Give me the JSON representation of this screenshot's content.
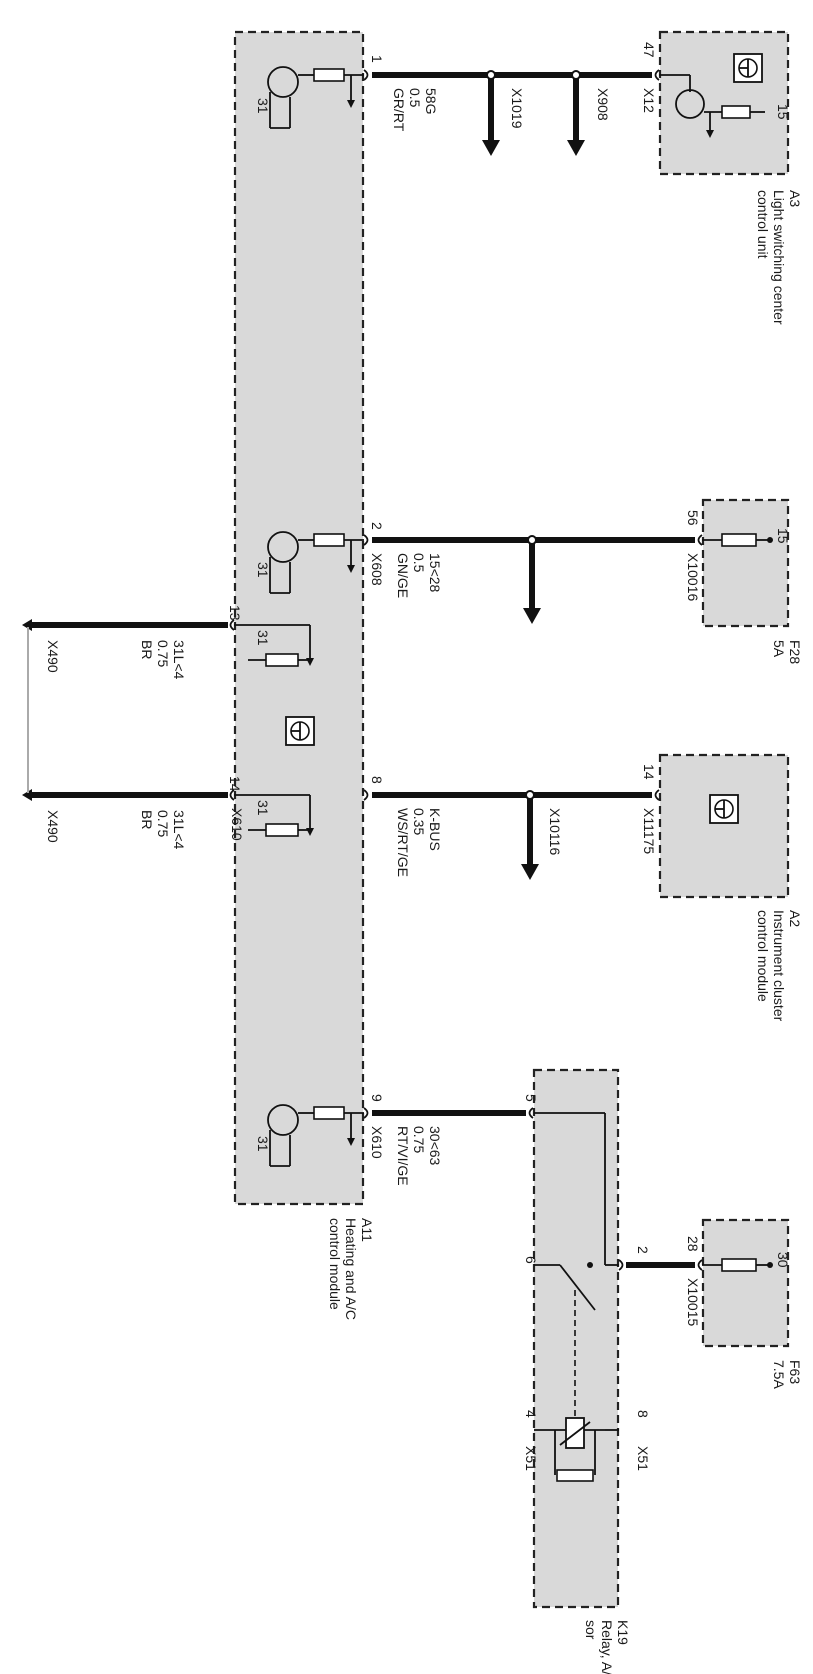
{
  "components": {
    "a3": {
      "id": "A3",
      "desc1": "Light switching center",
      "desc2": "control unit"
    },
    "f28": {
      "id": "F28",
      "rating": "5A"
    },
    "a2": {
      "id": "A2",
      "desc1": "Instrument cluster",
      "desc2": "control module"
    },
    "a11": {
      "id": "A11",
      "desc1": "Heating and A/C",
      "desc2": "control module"
    },
    "f63": {
      "id": "F63",
      "rating": "7.5A"
    },
    "k19": {
      "id": "K19",
      "desc1": "Relay, A/C compres-",
      "desc2": "sor"
    }
  },
  "pins": {
    "a11_1": "1",
    "a11_2": "2",
    "a11_8": "8",
    "a11_9": "9",
    "a11_13": "13",
    "a11_14": "14",
    "a3_47": "47",
    "a3_15": "15",
    "f28_56": "56",
    "f28_15": "15",
    "a2_14": "14",
    "f63_28": "28",
    "f63_30": "30",
    "k19_2": "2",
    "k19_5": "5",
    "k19_6": "6",
    "k19_8": "8",
    "k19_4": "4",
    "gnd_31": "31"
  },
  "connectors": {
    "x1019": "X1019",
    "x908": "X908",
    "x12": "X12",
    "x608": "X608",
    "x10016": "X10016",
    "x10116": "X10116",
    "x11175": "X11175",
    "x610": "X610",
    "x490": "X490",
    "x10015": "X10015",
    "x51": "X51"
  },
  "wires": {
    "w1": {
      "signal": "58G",
      "size": "0.5",
      "color": "GR/RT"
    },
    "w2": {
      "signal": "15<28",
      "size": "0.5",
      "color": "GN/GE"
    },
    "w13": {
      "signal": "31L<4",
      "size": "0.75",
      "color": "BR"
    },
    "w14": {
      "signal": "31L<4",
      "size": "0.75",
      "color": "BR"
    },
    "w8": {
      "signal": "K-BUS",
      "size": "0.35",
      "color": "WS/RT/GE"
    },
    "w9": {
      "signal": "30<63",
      "size": "0.75",
      "color": "RT/VI/GE"
    }
  }
}
